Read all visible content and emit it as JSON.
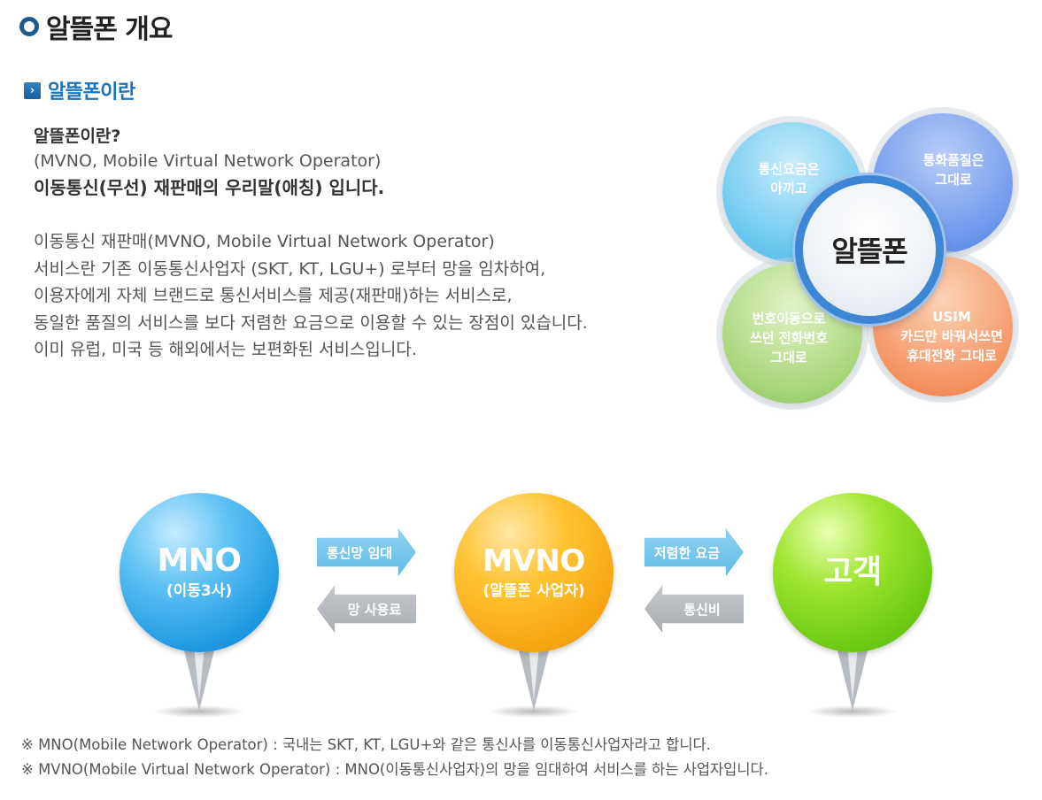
{
  "page": {
    "title": "알뜰폰 개요"
  },
  "section": {
    "title": "알뜰폰이란",
    "arrow_glyph": "›"
  },
  "intro": {
    "question": "알뜰폰이란?",
    "english": "(MVNO, Mobile Virtual Network Operator)",
    "definition": "이동통신(무선) 재판매의 우리말(애칭) 입니다.",
    "description": [
      "이동통신 재판매(MVNO, Mobile Virtual Network Operator)",
      "서비스란 기존 이동통신사업자 (SKT, KT, LGU+) 로부터 망을 임차하여,",
      "이용자에게 자체 브랜드로 통신서비스를 제공(재판매)하는 서비스로,",
      "동일한 품질의 서비스를 보다 저렴한 요금으로 이용할 수 있는 장점이 있습니다.",
      "이미 유럽, 미국 등 해외에서는 보편화된 서비스입니다."
    ]
  },
  "clover": {
    "center": "알뜰폰",
    "petals": {
      "top_left": "통신요금은\n아끼고",
      "top_right": "통화품질은\n그대로",
      "bottom_left": "번호이동으로\n쓰던 전화번호\n그대로",
      "bottom_right": "USIM\n카드만 바꿔서쓰면\n휴대전화 그대로"
    },
    "colors": {
      "top_left": "#6cc8ef",
      "top_right": "#6f97ec",
      "bottom_left": "#a8d67a",
      "bottom_right": "#f59665",
      "hub_ring": "#3c86d4"
    }
  },
  "flow": {
    "nodes": {
      "mno": {
        "main": "MNO",
        "sub": "(이동3사)",
        "color": "#1e98e2"
      },
      "mvno": {
        "main": "MVNO",
        "sub": "(알뜰폰 사업자)",
        "color": "#f6a512"
      },
      "customer": {
        "main": "고객",
        "color": "#6cc912"
      }
    },
    "arrows": {
      "mno_to_mvno": "통신망 임대",
      "mvno_to_mno": "망 사용료",
      "mvno_to_customer": "저렴한 요금",
      "customer_to_mvno": "통신비"
    }
  },
  "notes": [
    "※ MNO(Mobile Network Operator) : 국내는 SKT, KT, LGU+와 같은 통신사를 이동통신사업자라고 합니다.",
    "※ MVNO(Mobile Virtual Network Operator) : MNO(이동통신사업자)의 망을 임대하여 서비스를 하는 사업자입니다."
  ]
}
